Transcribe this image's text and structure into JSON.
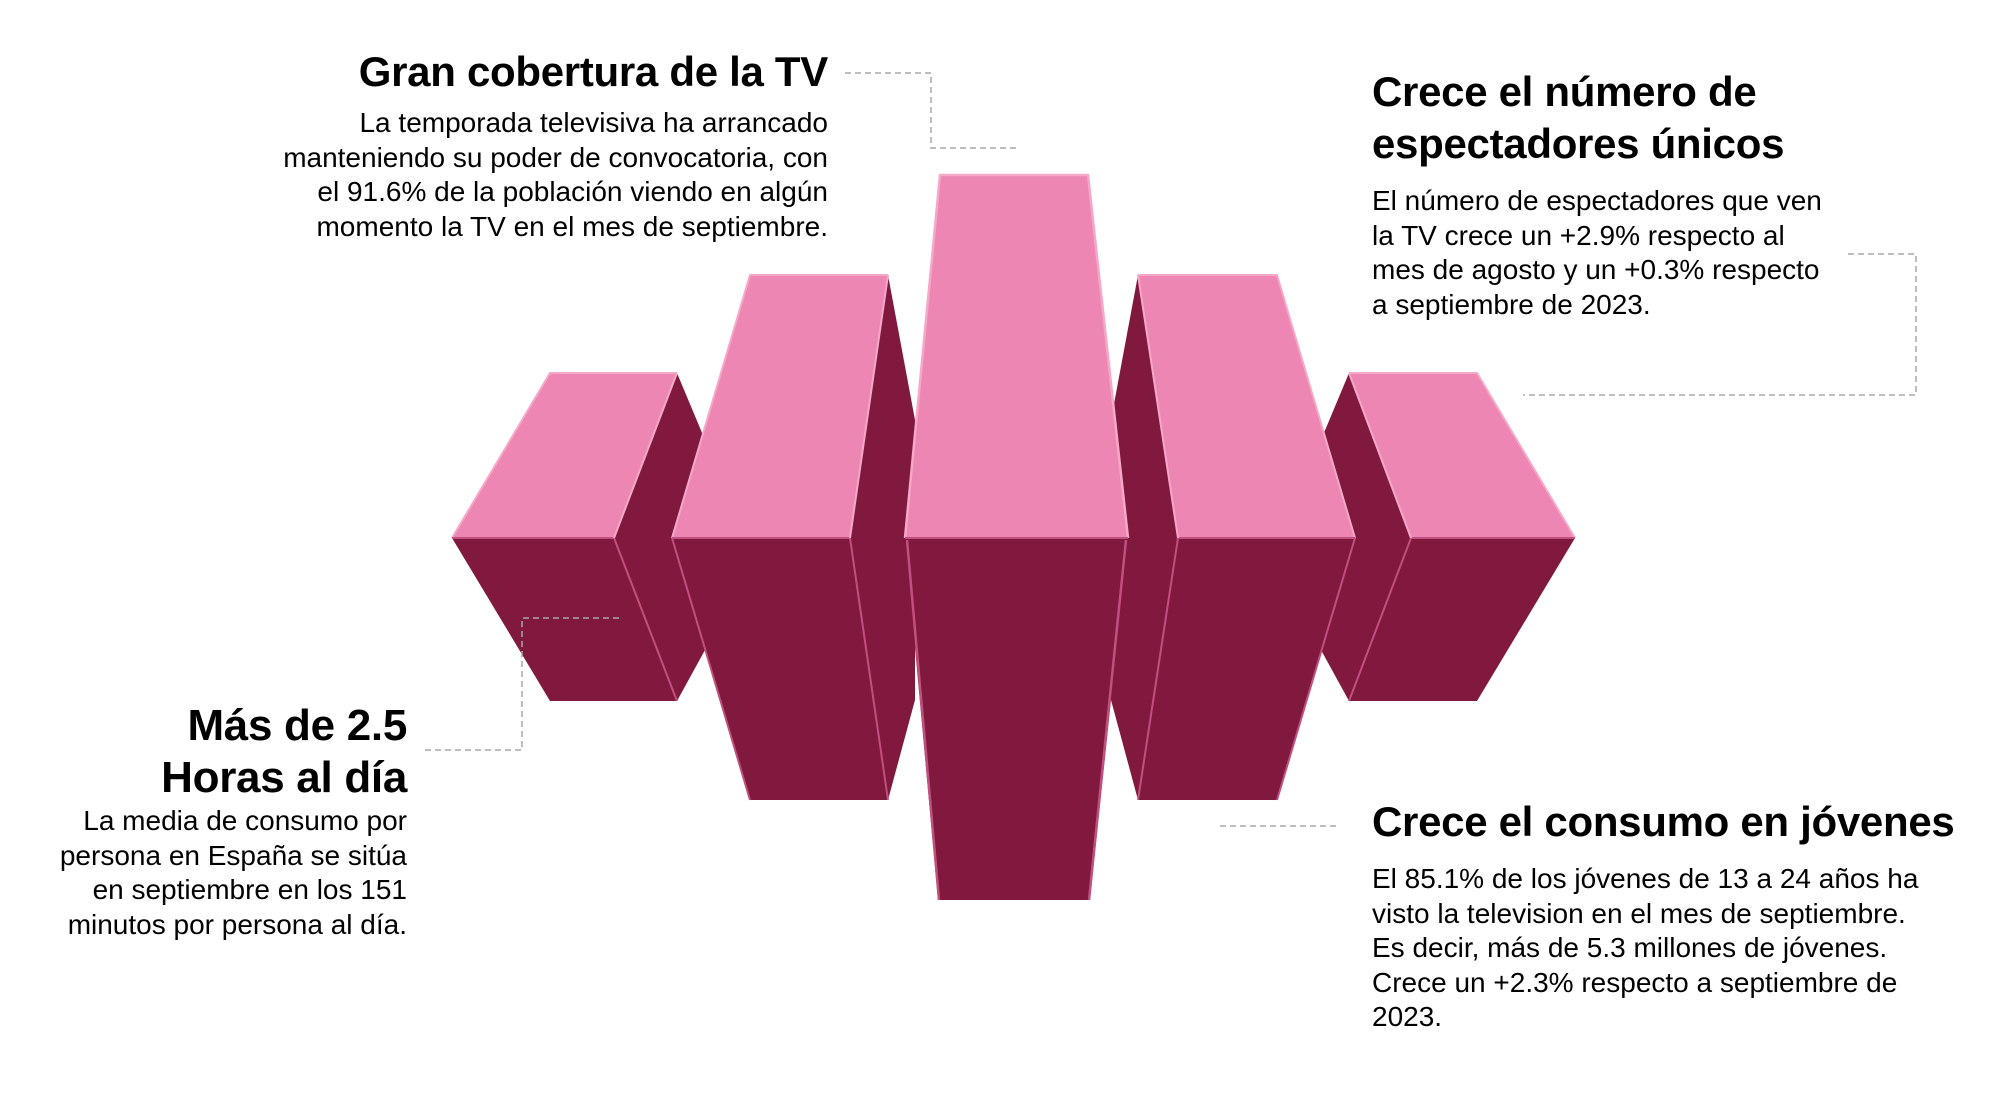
{
  "colors": {
    "top_face": "#ED86B2",
    "side_face": "#81183E",
    "edge_highlight": "#F5A8C8",
    "connector": "#9E9E9E",
    "text": "#000000",
    "background": "#FFFFFF"
  },
  "blocks": {
    "coverage": {
      "title": "Gran cobertura de la TV",
      "lines": [
        "La temporada televisiva ha arrancado",
        "manteniendo su poder de convocatoria, con",
        "el 91.6% de la población viendo en algún",
        "momento la TV en el mes de septiembre."
      ]
    },
    "viewers": {
      "title_lines": [
        "Crece el número de",
        "espectadores únicos"
      ],
      "lines": [
        "El número de espectadores que ven",
        "la TV crece un +2.9% respecto al",
        "mes de agosto y un +0.3% respecto",
        "a septiembre de 2023."
      ]
    },
    "hours": {
      "title_lines": [
        "Más de 2.5",
        "Horas al día"
      ],
      "lines": [
        "La media de consumo por",
        "persona en España se sitúa",
        "en septiembre en los 151",
        "minutos por persona al día."
      ]
    },
    "young": {
      "title": "Crece el consumo en jóvenes",
      "lines": [
        "El 85.1% de los jóvenes de 13 a 24 años ha",
        "visto la television en el mes de septiembre.",
        "Es decir, más de 5.3 millones de jóvenes.",
        "Crece un +2.3% respecto a septiembre de",
        "2023."
      ]
    }
  },
  "graphic": {
    "type": "decorative 3D bar waveform",
    "bar_count": 5,
    "bars": [
      {
        "id": "bar-1",
        "position": "outer-left"
      },
      {
        "id": "bar-2",
        "position": "inner-left"
      },
      {
        "id": "bar-3",
        "position": "center"
      },
      {
        "id": "bar-4",
        "position": "inner-right"
      },
      {
        "id": "bar-5",
        "position": "outer-right"
      }
    ]
  }
}
